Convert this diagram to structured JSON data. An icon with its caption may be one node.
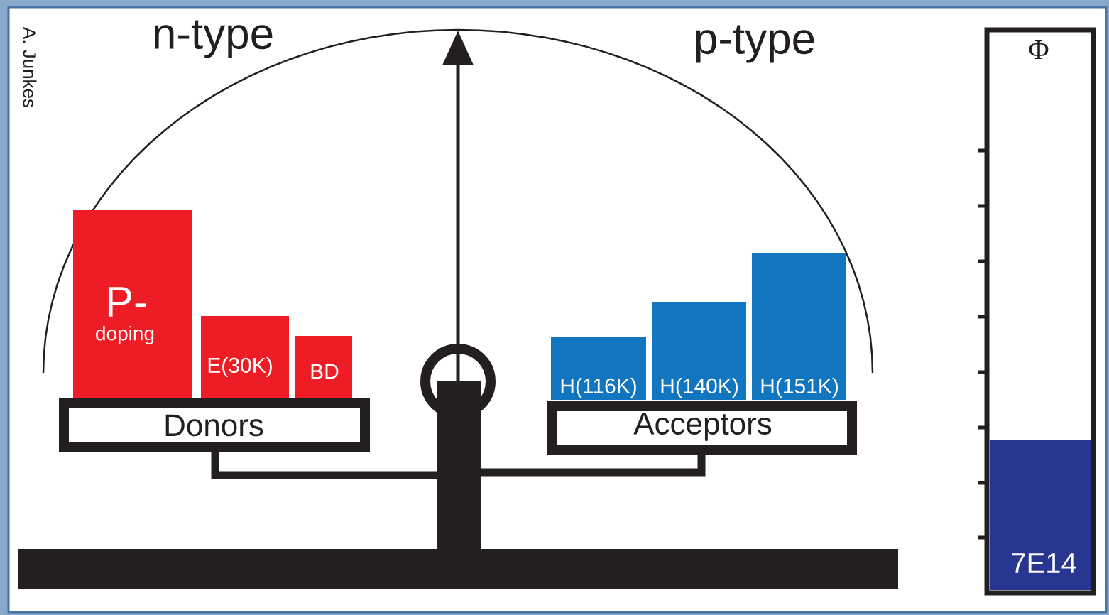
{
  "diagram": {
    "nodes": [
      {
        "text": [
          "P-",
          "doping"
        ]
      },
      {
        "text": [
          "E(30K)"
        ]
      },
      {
        "text": [
          "BD"
        ]
      },
      {
        "text": [
          "Donors"
        ]
      },
      {
        "text": [
          "H(116K)"
        ]
      },
      {
        "text": [
          "H(140K)"
        ]
      },
      {
        "text": [
          "H(151K)"
        ]
      },
      {
        "text": [
          "Acceptors"
        ]
      },
      {
        "text": [
          "Φ"
        ]
      },
      {
        "text": [
          "7E14"
        ],
        "in": 8
      }
    ],
    "edges": [],
    "labels": [
      "A. Junkes",
      "n-type",
      "p-type"
    ]
  }
}
